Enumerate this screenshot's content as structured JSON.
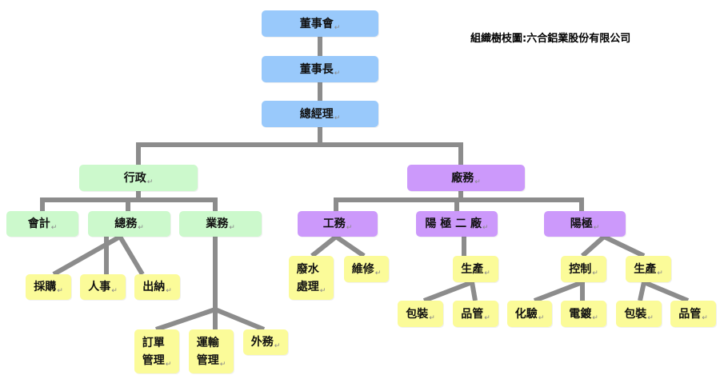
{
  "title": "組織樹枝圖:六合鋁業股份有限公司",
  "para_mark": "↵",
  "colors": {
    "line": "#8c8c8c",
    "blue": "#99c9fb",
    "green": "#ccf9cc",
    "purple": "#cc99fb",
    "yellow": "#fbfb99"
  },
  "nodes": {
    "board": "董事會",
    "chairman": "董事長",
    "gm": "總經理",
    "admin": "行政",
    "factory": "廠務",
    "accounting": "會計",
    "general_affairs": "總務",
    "business": "業務",
    "purchasing": "採購",
    "personnel": "人事",
    "cashier": "出納",
    "order_mgmt": "訂單\n管理",
    "transport_mgmt": "運輸\n管理",
    "outsourcing": "外務",
    "engineering": "工務",
    "anode2_plant": "陽 極 二 廠",
    "anode": "陽極",
    "wastewater": "廢水\n處理",
    "maintenance": "維修",
    "production_a": "生產",
    "packaging_a": "包裝",
    "qc_a": "品管",
    "control": "控制",
    "production_b": "生產",
    "chemical_test": "化驗",
    "plating": "電鍍",
    "packaging_b": "包裝",
    "qc_b": "品管"
  }
}
